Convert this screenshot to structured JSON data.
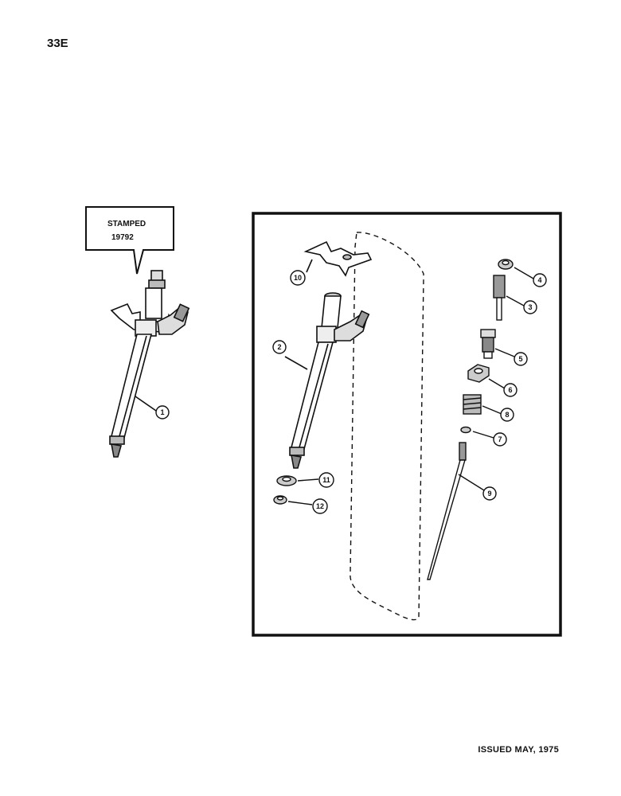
{
  "page": {
    "code": "33E",
    "issued": "ISSUED MAY, 1975"
  },
  "callout": {
    "line1": "STAMPED",
    "line2": "19792"
  },
  "parts": [
    {
      "id": "part-1",
      "label": "1"
    },
    {
      "id": "part-2",
      "label": "2"
    },
    {
      "id": "part-3",
      "label": "3"
    },
    {
      "id": "part-4",
      "label": "4"
    },
    {
      "id": "part-5",
      "label": "5"
    },
    {
      "id": "part-6",
      "label": "6"
    },
    {
      "id": "part-7",
      "label": "7"
    },
    {
      "id": "part-8",
      "label": "8"
    },
    {
      "id": "part-9",
      "label": "9"
    },
    {
      "id": "part-10",
      "label": "10"
    },
    {
      "id": "part-11",
      "label": "11"
    },
    {
      "id": "part-12",
      "label": "12"
    }
  ]
}
